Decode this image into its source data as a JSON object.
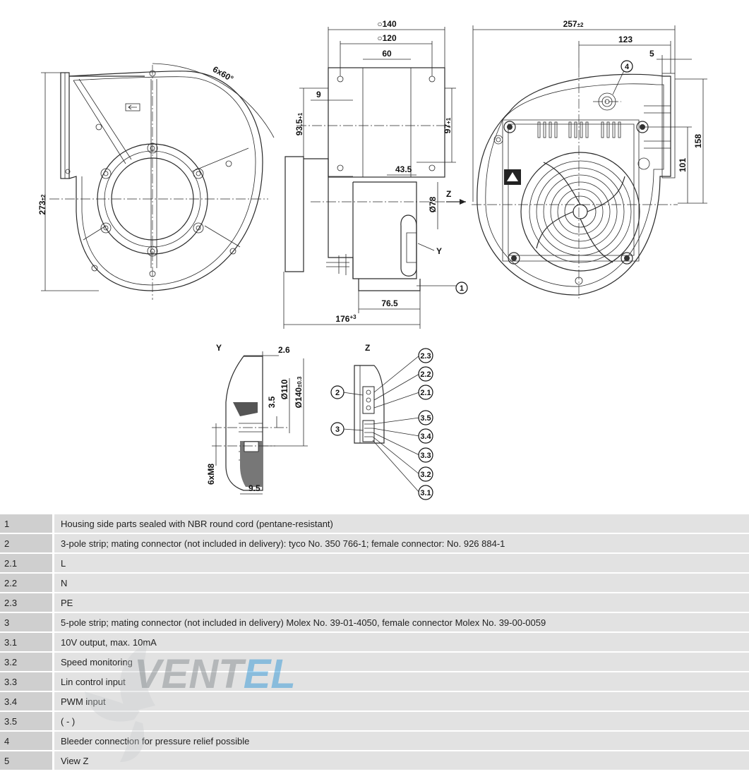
{
  "drawing": {
    "dims": {
      "d140": "○140",
      "d120": "○120",
      "d60": "60",
      "d9": "9",
      "d93": "93.5",
      "d93tol": "+1",
      "d97": "97",
      "d97tol": "+1",
      "d43": "43.5",
      "d78": "Ø78",
      "d76": "76.5",
      "d176": "176",
      "d176tol": "+3",
      "d257": "257",
      "d257tol": "±2",
      "d123": "123",
      "d5": "5",
      "d158": "158",
      "d101": "101",
      "d273": "273",
      "d273tol": "±2",
      "d6x60": "6x60°",
      "d26": "2.6",
      "d35": "3.5",
      "d110": "Ø110",
      "d140b": "Ø140",
      "d140btol": "±0.3",
      "d6xM8": "6xM8",
      "d95": "9.5"
    },
    "labels": {
      "y": "Y",
      "z": "Z",
      "viewY": "Y",
      "viewZ": "Z"
    },
    "callouts": [
      "1",
      "2",
      "2.1",
      "2.2",
      "2.3",
      "3",
      "3.1",
      "3.2",
      "3.3",
      "3.4",
      "3.5",
      "4"
    ]
  },
  "legend": [
    {
      "key": "1",
      "text": "Housing side parts sealed with NBR round cord (pentane-resistant)"
    },
    {
      "key": "2",
      "text": "3-pole strip; mating connector (not included in delivery): tyco No. 350 766-1; female connector: No. 926 884-1"
    },
    {
      "key": "2.1",
      "text": "L"
    },
    {
      "key": "2.2",
      "text": "N"
    },
    {
      "key": "2.3",
      "text": "PE"
    },
    {
      "key": "3",
      "text": "5-pole strip; mating connector (not included in delivery) Molex No. 39-01-4050, female connector Molex No. 39-00-0059"
    },
    {
      "key": "3.1",
      "text": "10V output, max. 10mA"
    },
    {
      "key": "3.2",
      "text": "Speed monitoring"
    },
    {
      "key": "3.3",
      "text": "Lin control input"
    },
    {
      "key": "3.4",
      "text": "PWM input"
    },
    {
      "key": "3.5",
      "text": "( - )"
    },
    {
      "key": "4",
      "text": "Bleeder connection for pressure relief possible"
    },
    {
      "key": "5",
      "text": "View Z"
    }
  ],
  "watermark": {
    "text": "VENTEL",
    "colors": {
      "dark": "#7d8489",
      "blue": "#1f8fd6",
      "fan": "#c9cdd0"
    }
  }
}
